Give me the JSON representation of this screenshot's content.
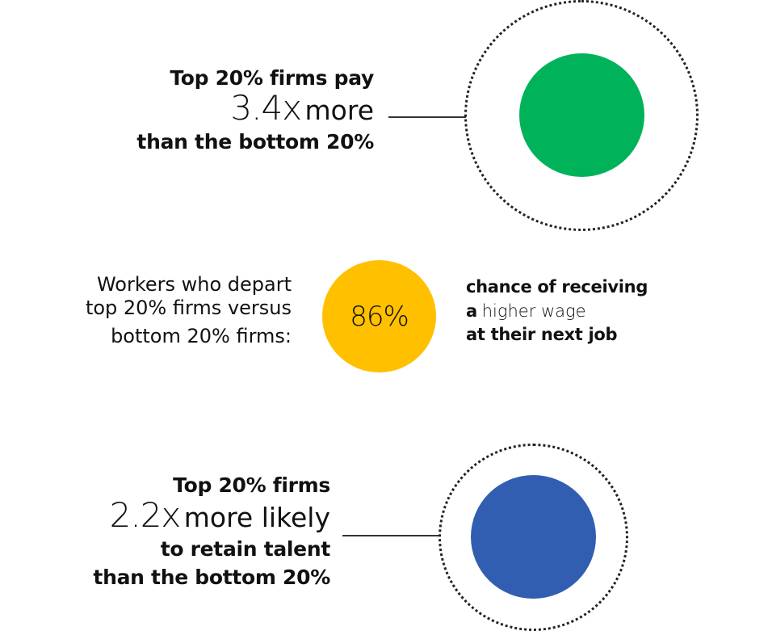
{
  "block1": {
    "line1": "Top 20% firms pay",
    "stat": "3.4x",
    "stat_suffix": "more",
    "line3": "than the bottom 20%",
    "circle_color": "#00B259"
  },
  "block2": {
    "left_lines": [
      "Workers who depart",
      "top 20% firms versus",
      "bottom 20% firms:"
    ],
    "stat": "86%",
    "right_line1": "chance of receiving",
    "right_line2_bold": "a",
    "right_line2_light": "higher wage",
    "right_line3": "at their next job",
    "circle_color": "#FFC000"
  },
  "block3": {
    "line1": "Top 20% firms",
    "stat": "2.2x",
    "stat_suffix": "more likely",
    "line3": "to retain talent",
    "line4": "than the bottom 20%",
    "circle_color": "#325EB2"
  }
}
